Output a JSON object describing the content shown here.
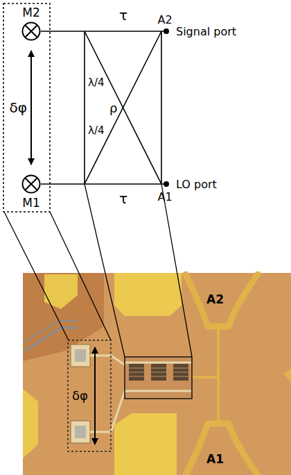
{
  "diagram": {
    "nodes": [
      {
        "text": [
          "M2"
        ]
      },
      {
        "text": [
          "M1"
        ]
      }
    ],
    "edges": [
      {
        "from": 0,
        "to": 1,
        "arrow": "both",
        "label": "δφ"
      }
    ],
    "labels": [
      "τ",
      "λ/4",
      "ρ",
      "λ/4",
      "τ",
      "A2",
      "Signal port",
      "A1",
      "LO port",
      "δφ",
      "A2",
      "A1"
    ]
  }
}
